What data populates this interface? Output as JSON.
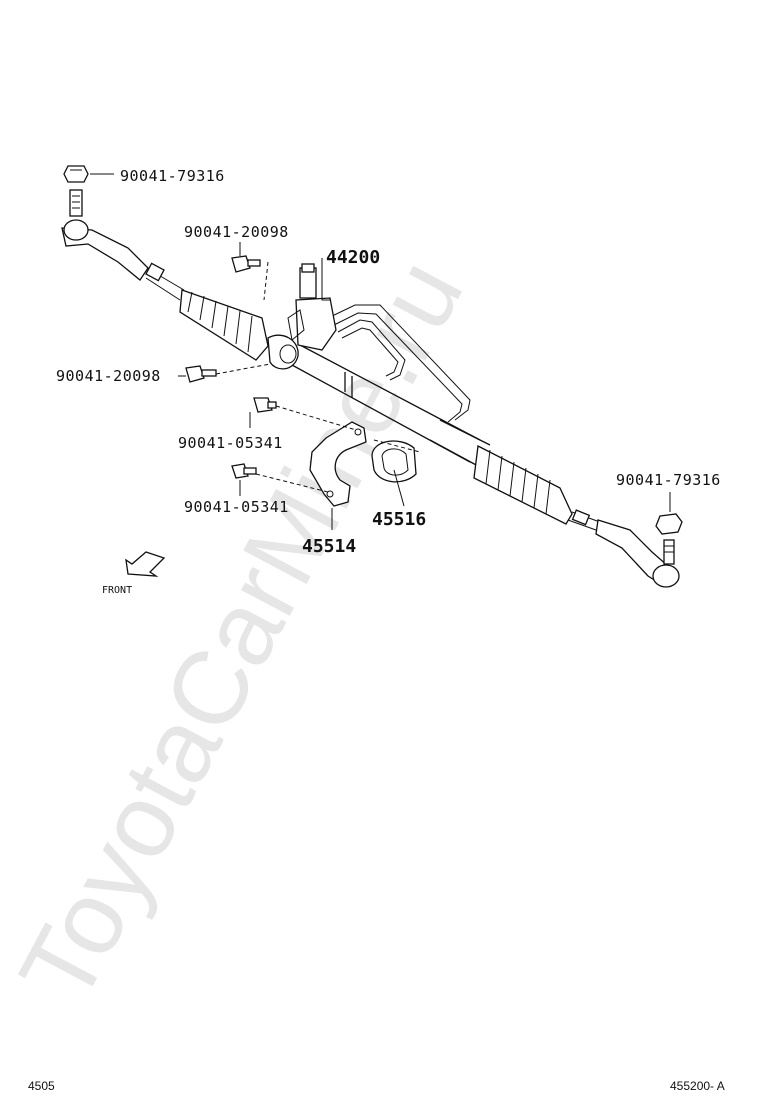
{
  "watermark": "ToyotaCarMine.ru",
  "callouts": {
    "nut_left": "90041-79316",
    "bolt_top": "90041-20098",
    "gear_assy": "44200",
    "bolt_left": "90041-20098",
    "bolt_bracket_upper": "90041-05341",
    "bolt_bracket_lower": "90041-05341",
    "bushing": "45516",
    "bracket": "45514",
    "nut_right": "90041-79316"
  },
  "front_label": "FRONT",
  "footer": {
    "left": "4505",
    "right": "455200- A"
  }
}
